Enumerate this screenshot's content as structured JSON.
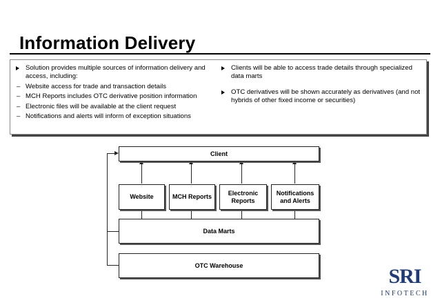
{
  "slide": {
    "title": "Information Delivery"
  },
  "bullets": {
    "left": {
      "main": "Solution provides multiple sources of information delivery and access, including:",
      "subs": [
        "Website access for trade and transaction details",
        "MCH Reports includes OTC derivative position information",
        "Electronic files will be available at the client request",
        "Notifications and alerts will inform of exception situations"
      ]
    },
    "right": [
      "Clients will be able to access trade details through specialized data marts",
      "OTC derivatives will be shown accurately as derivatives (and not hybrids of other fixed income or securities)"
    ],
    "dash": "–"
  },
  "diagram": {
    "client": "Client",
    "channels": [
      "Website",
      "MCH Reports",
      "Electronic\nReports",
      "Notifications\nand Alerts"
    ],
    "data_marts": "Data Marts",
    "warehouse": "OTC Warehouse"
  },
  "logo": {
    "name": "SRI",
    "sub": "INFOTECH"
  }
}
